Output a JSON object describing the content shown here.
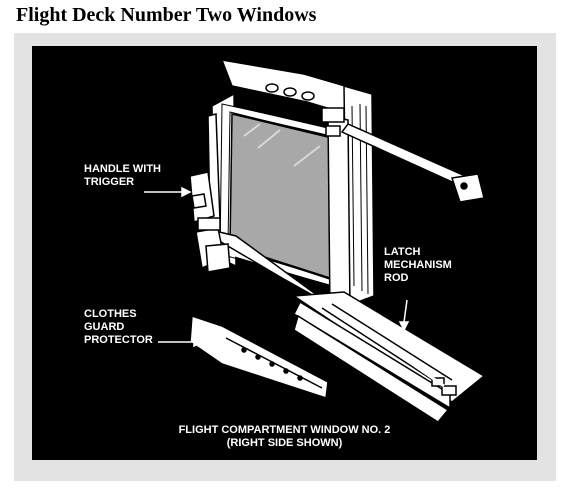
{
  "page": {
    "title": "Flight Deck Number Two Windows"
  },
  "figure": {
    "labels": {
      "handle_with_trigger": "HANDLE WITH\nTRIGGER",
      "latch_mechanism_rod": "LATCH\nMECHANISM\nROD",
      "clothes_guard_protector": "CLOTHES\nGUARD\nPROTECTOR"
    },
    "caption_line1": "FLIGHT COMPARTMENT WINDOW NO. 2",
    "caption_line2": "(RIGHT SIDE SHOWN)",
    "colors": {
      "background": "#000000",
      "line_art": "#ffffff",
      "glass": "#a8a8a8",
      "frame_panel": "#e3e3e3"
    }
  }
}
